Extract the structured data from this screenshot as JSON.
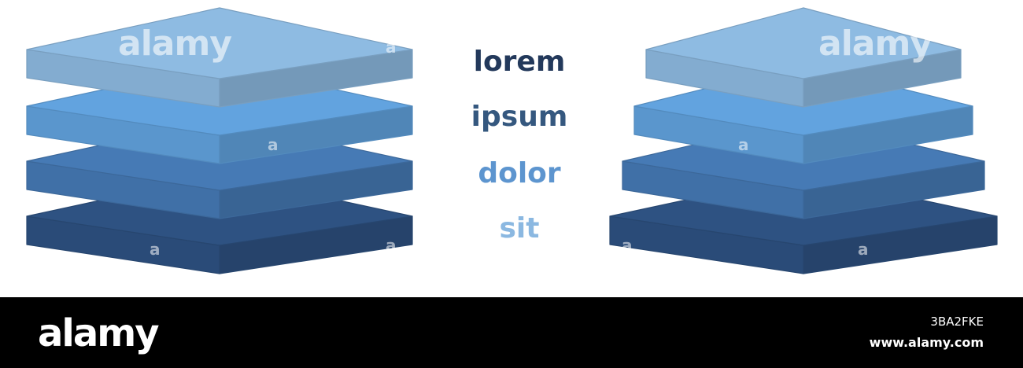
{
  "labels": {
    "lorem": "lorem",
    "ipsum": "ipsum",
    "dolor": "dolor",
    "sit": "sit"
  },
  "layer_colors": {
    "lorem": "#8ebbe2",
    "ipsum": "#62a3df",
    "dolor": "#467ab5",
    "sit": "#2e5282"
  },
  "label_colors": {
    "lorem": "#23395b",
    "ipsum": "#35587f",
    "dolor": "#5d95cf",
    "sit": "#8bb8e1"
  },
  "watermark": {
    "big": "alamy",
    "small": "a"
  },
  "footer": {
    "logo": "alamy",
    "image_id": "3BA2FKE",
    "site": "www.alamy.com"
  }
}
